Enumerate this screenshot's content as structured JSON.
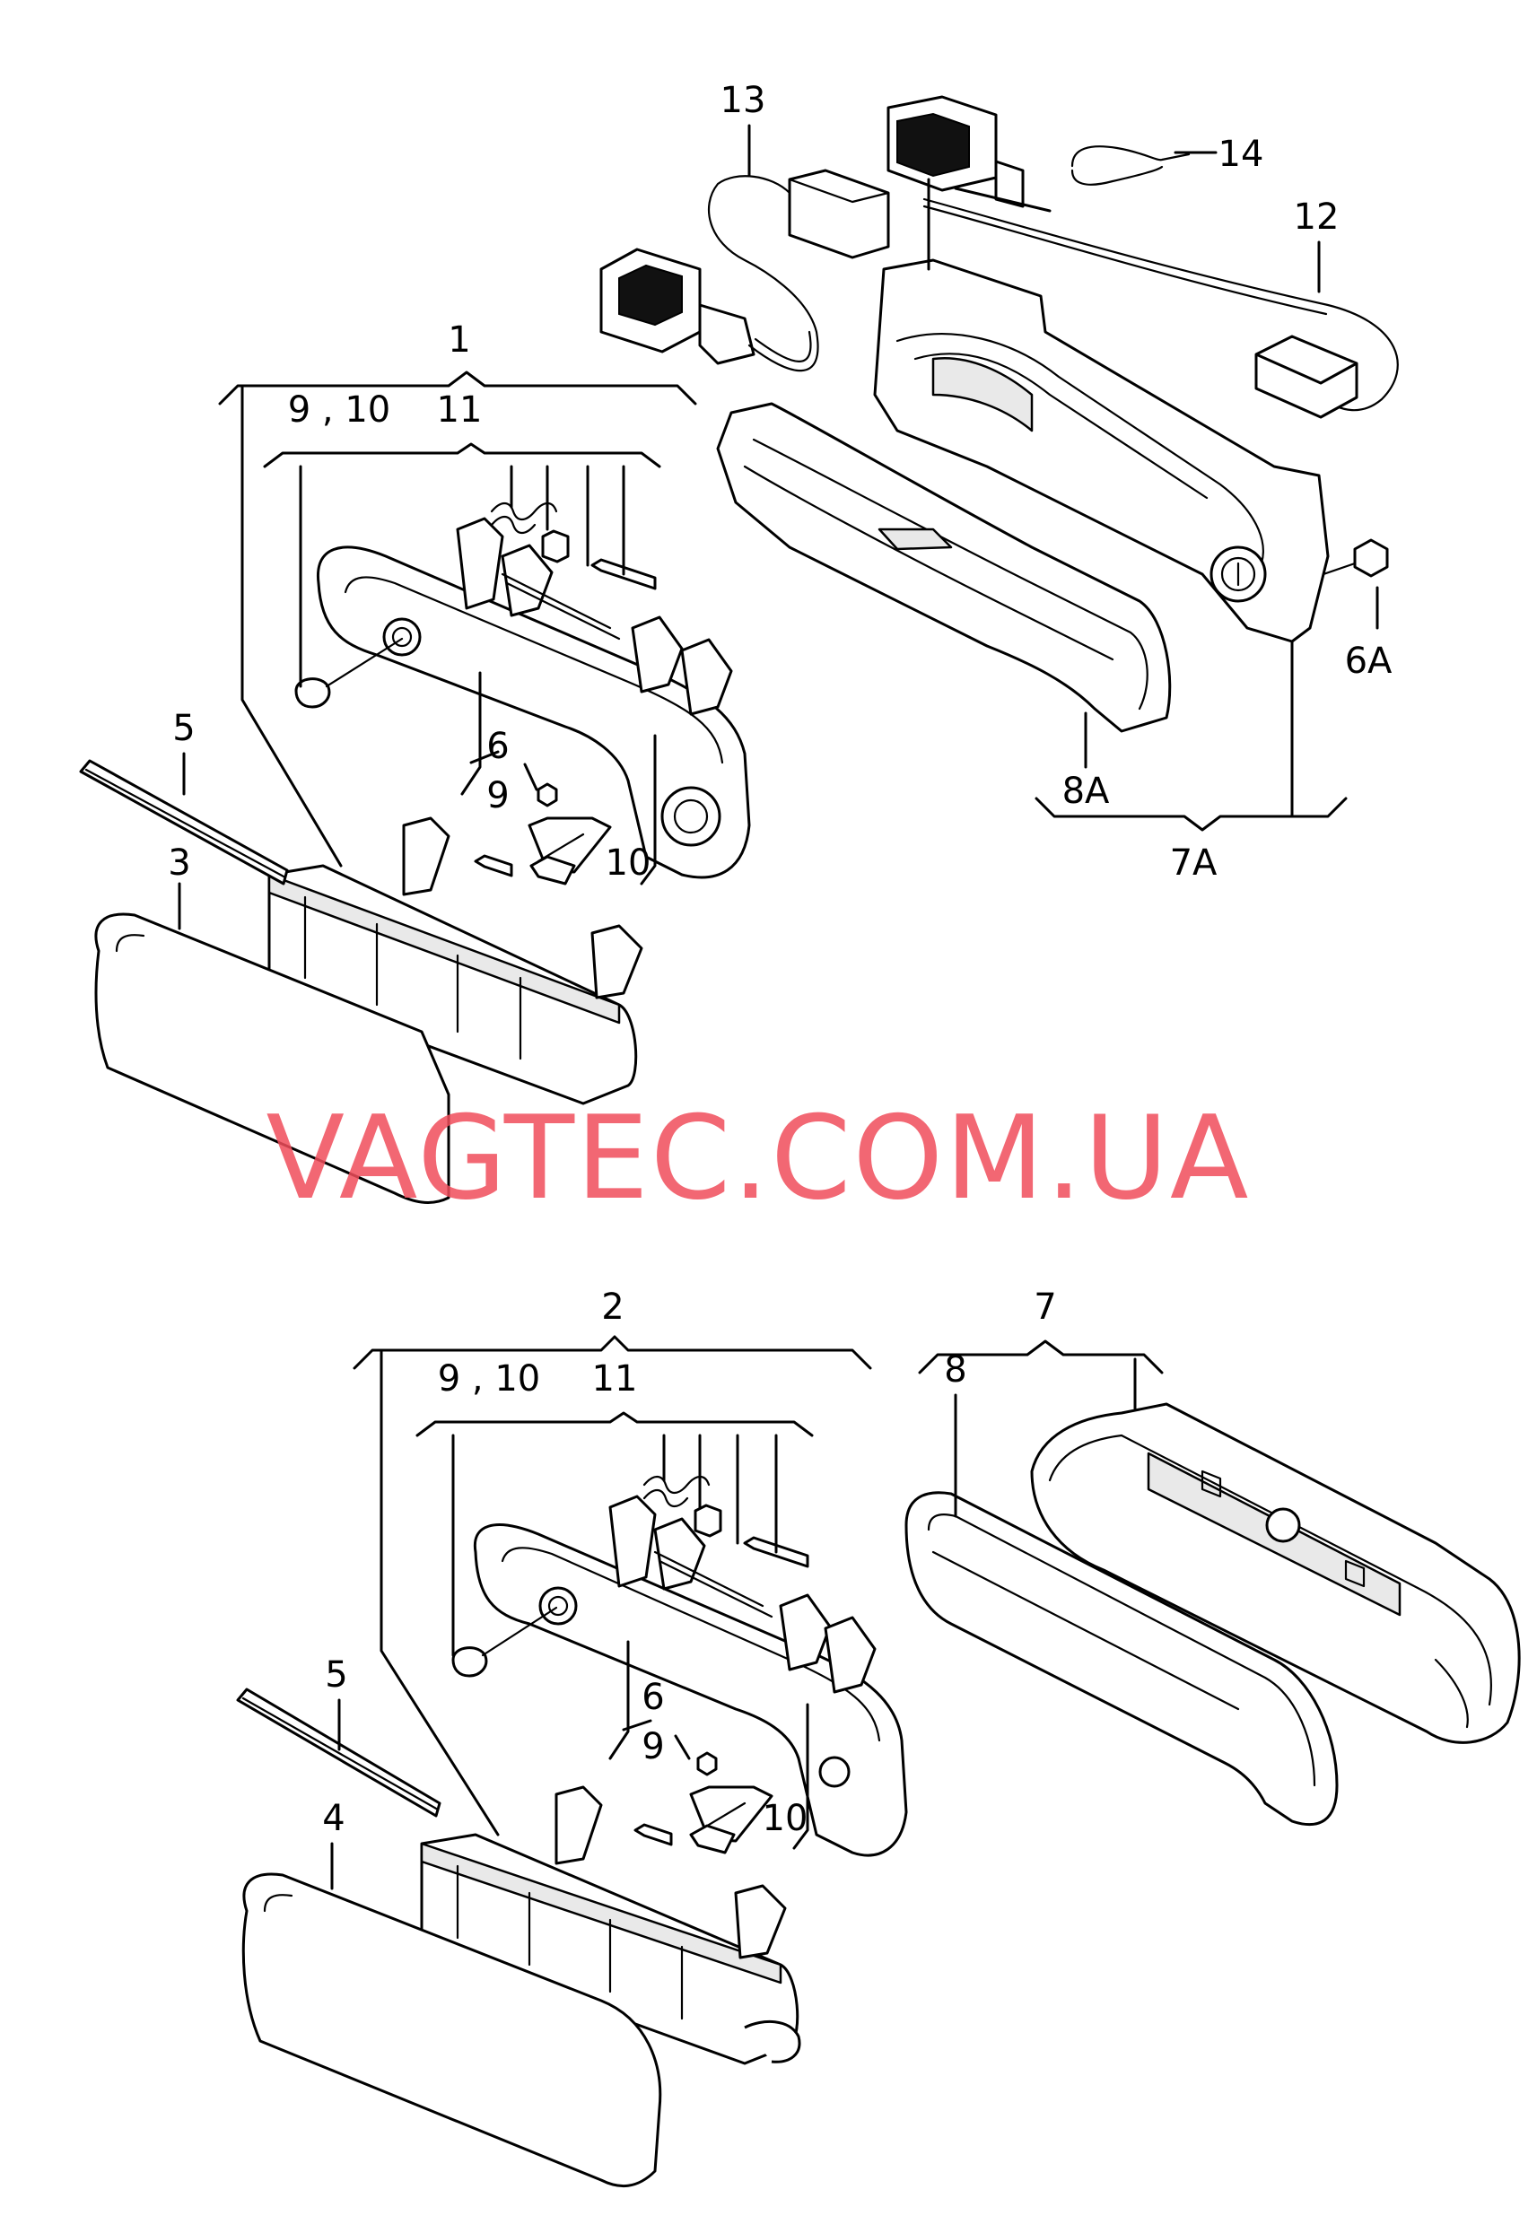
{
  "diagram": {
    "callouts": {
      "c1": "1",
      "c2": "2",
      "c3": "3",
      "c4": "4",
      "c5_top": "5",
      "c5_bottom": "5",
      "c6_top": "6",
      "c6_bottom": "6",
      "c6A": "6A",
      "c7": "7",
      "c7A": "7A",
      "c8": "8",
      "c8A": "8A",
      "c9_10_top": "9 , 10",
      "c9_10_bottom": "9 , 10",
      "c9_top": "9",
      "c9_bottom": "9",
      "c10_top": "10",
      "c10_bottom": "10",
      "c11_top": "11",
      "c11_bottom": "11",
      "c12": "12",
      "c13": "13",
      "c14": "14"
    },
    "watermark": {
      "text": "VAGTEC.COM.UA",
      "color": "#f04c5a"
    }
  }
}
